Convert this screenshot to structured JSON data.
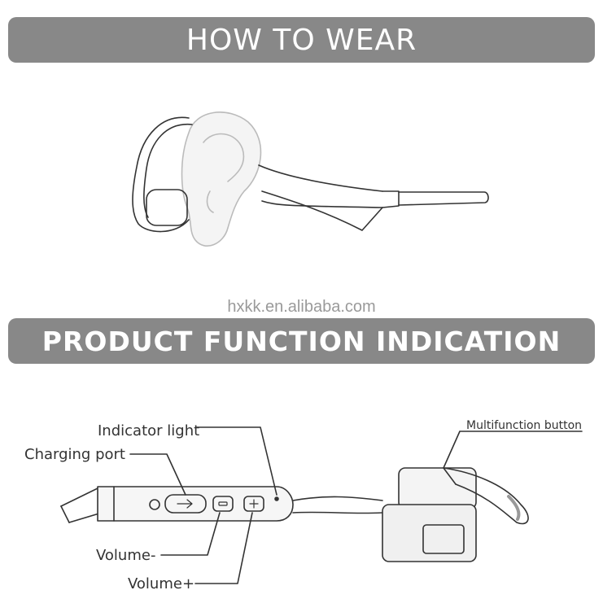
{
  "sections": {
    "how_to_wear": "HOW TO WEAR",
    "product_function": "PRODUCT FUNCTION INDICATION"
  },
  "watermark": "hxkk.en.alibaba.com",
  "callouts": {
    "indicator_light": "Indicator light",
    "charging_port": "Charging port",
    "volume_minus": "Volume-",
    "volume_plus": "Volume+",
    "multifunction_button": "Multifunction button"
  },
  "colors": {
    "banner": "#888888",
    "banner_text": "#ffffff",
    "line_art": "#333333",
    "watermark": "#9a9a9a"
  }
}
